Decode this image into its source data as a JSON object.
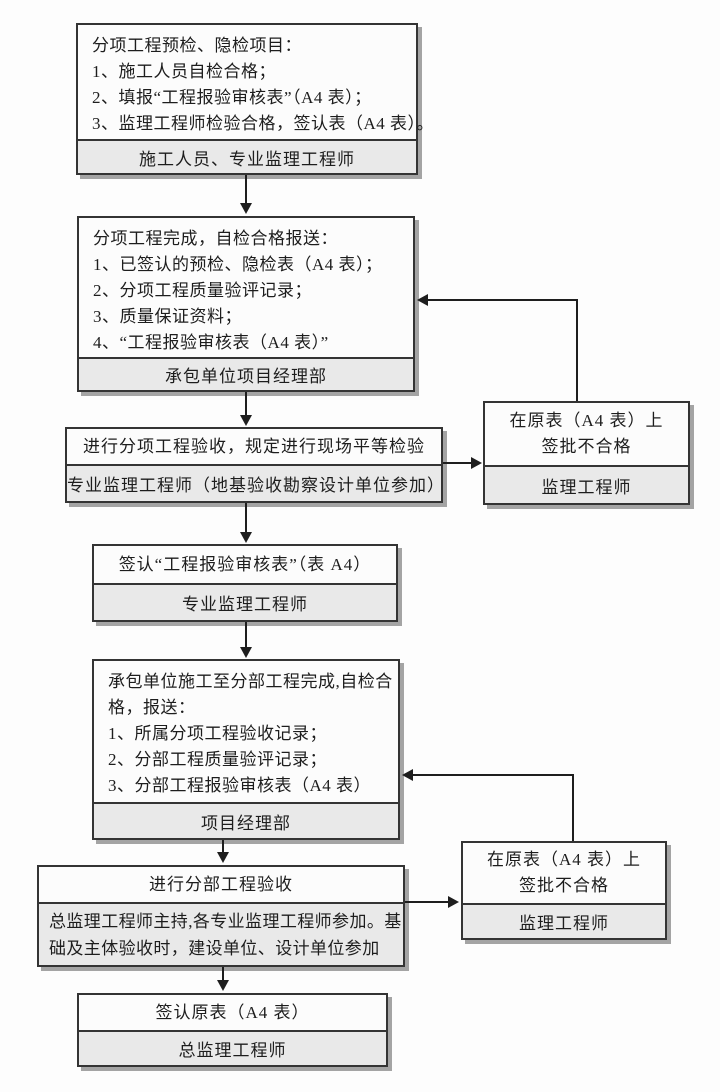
{
  "diagram": {
    "background": "#fdfdfd",
    "border_color": "#343434",
    "footer_fill": "#e9e9e9",
    "shadow_color": "#a4a4a4",
    "boxes": [
      {
        "id": "pre-inspection-items",
        "lines": [
          "分项工程预检、隐检项目：",
          "1、施工人员自检合格；",
          "2、填报“工程报验审核表”（A4 表）；",
          "3、监理工程师检验合格，签认表（A4 表）。"
        ],
        "footer": "施工人员、专业监理工程师"
      },
      {
        "id": "subitem-complete-submit",
        "lines": [
          "分项工程完成，自检合格报送：",
          "1、已签认的预检、隐检表（A4 表）；",
          "2、分项工程质量验评记录；",
          "3、质量保证资料；",
          "4、“工程报验审核表（A4 表）”"
        ],
        "footer": "承包单位项目经理部"
      },
      {
        "id": "subitem-acceptance",
        "lines": [
          "进行分项工程验收，规定进行现场平等检验"
        ],
        "footer": "专业监理工程师（地基验收勘察设计单位参加）"
      },
      {
        "id": "reject-on-form-1",
        "lines": [
          "在原表（A4 表）上",
          "签批不合格"
        ],
        "footer": "监理工程师"
      },
      {
        "id": "sign-review-form",
        "lines": [
          "签认“工程报验审核表”（表 A4）"
        ],
        "footer": "专业监理工程师"
      },
      {
        "id": "division-complete-submit",
        "lines": [
          "承包单位施工至分部工程完成,自检合",
          "格，报送：",
          "1、所属分项工程验收记录；",
          "2、分部工程质量验评记录；",
          "3、分部工程报验审核表（A4 表）"
        ],
        "footer": "项目经理部"
      },
      {
        "id": "division-acceptance",
        "lines": [
          "进行分部工程验收"
        ],
        "footer_lines": [
          "总监理工程师主持,各专业监理工程师参加。基",
          "础及主体验收时，建设单位、设计单位参加"
        ]
      },
      {
        "id": "reject-on-form-2",
        "lines": [
          "在原表（A4 表）上",
          "签批不合格"
        ],
        "footer": "监理工程师"
      },
      {
        "id": "sign-original-form",
        "lines": [
          "签认原表（A4 表）"
        ],
        "footer": "总监理工程师"
      }
    ]
  }
}
